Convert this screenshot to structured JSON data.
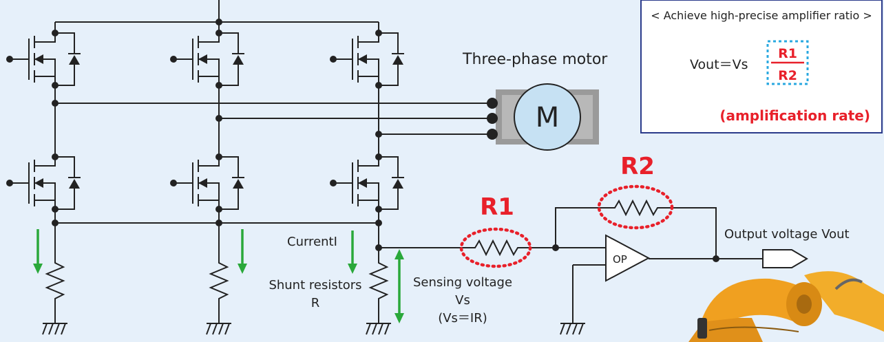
{
  "motor": {
    "caption": "Three-phase motor",
    "letter": "M"
  },
  "resistors": {
    "r1_label": "R1",
    "r2_label": "R2"
  },
  "opamp": {
    "label": "OP"
  },
  "annotations": {
    "current": "CurrentI",
    "shunt_line1": "Shunt resistors",
    "shunt_line2": "R",
    "sensing_line1": "Sensing voltage",
    "sensing_line2": "Vs",
    "sensing_line3": "(Vs＝IR)",
    "output": "Output voltage  Vout"
  },
  "formula_box": {
    "title": "< Achieve high-precise amplifier ratio >",
    "lhs": "Vout＝Vs",
    "numerator": "R1",
    "denominator": "R2",
    "note": "(amplification rate)"
  },
  "colors": {
    "background": "#e6f0fa",
    "accent_red": "#e8202a",
    "arrow_green": "#2aa83a",
    "box_border": "#2a3a8a",
    "dashed_blue": "#29a8e0",
    "motor_fill": "#c6e1f3",
    "motor_frame": "#9a9a9a",
    "robot_orange": "#f0a020"
  },
  "icons": {
    "robot": "robot-arm-photo"
  }
}
